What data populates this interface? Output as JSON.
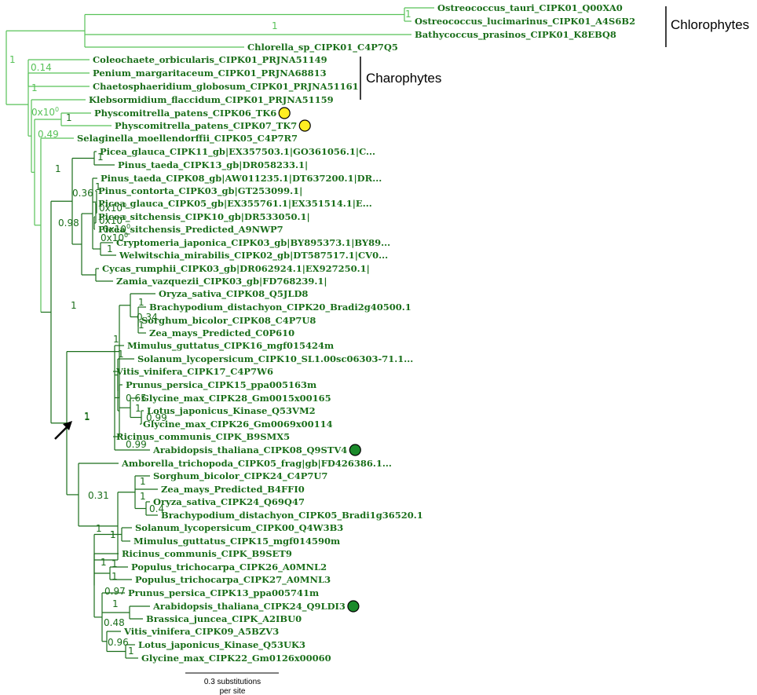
{
  "colors": {
    "taxon": "#1a6e1a",
    "branch_dark": "#1a6e1a",
    "branch_light": "#58c258",
    "moss_marker": "#ffee22",
    "arabidopsis_marker": "#1b8a2b"
  },
  "taxa": [
    "Ostreococcus_tauri_CIPK01_Q00XA0",
    "Ostreococcus_lucimarinus_CIPK01_A4S6B2",
    "Bathycoccus_prasinos_CIPK01_K8EBQ8",
    "Chlorella_sp_CIPK01_C4P7Q5",
    "Coleochaete_orbicularis_CIPK01_PRJNA51149",
    "Penium_margaritaceum_CIPK01_PRJNA68813",
    "Chaetosphaeridium_globosum_CIPK01_PRJNA51161",
    "Klebsormidium_flaccidum_CIPK01_PRJNA51159",
    "Physcomitrella_patens_CIPK06_TK6",
    "Physcomitrella_patens_CIPK07_TK7",
    "Selaginella_moellendorffii_CIPK05_C4P7R7",
    "Picea_glauca_CIPK11_gb|EX357503.1|GO361056.1|C...",
    "Pinus_taeda_CIPK13_gb|DR058233.1|",
    "Pinus_taeda_CIPK08_gb|AW011235.1|DT637200.1|DR...",
    "Pinus_contorta_CIPK03_gb|GT253099.1|",
    "Picea_glauca_CIPK05_gb|EX355761.1|EX351514.1|E...",
    "Picea_sitchensis_CIPK10_gb|DR533050.1|",
    "Picea_sitchensis_Predicted_A9NWP7",
    "Cryptomeria_japonica_CIPK03_gb|BY895373.1|BY89...",
    "Welwitschia_mirabilis_CIPK02_gb|DT587517.1|CV0...",
    "Cycas_rumphii_CIPK03_gb|DR062924.1|EX927250.1|",
    "Zamia_vazquezii_CIPK03_gb|FD768239.1|",
    "Oryza_sativa_CIPK08_Q5JLD8",
    "Brachypodium_distachyon_CIPK20_Bradi2g40500.1",
    "Sorghum_bicolor_CIPK08_C4P7U8",
    "Zea_mays_Predicted_C0P610",
    "Mimulus_guttatus_CIPK16_mgf015424m",
    "Solanum_lycopersicum_CIPK10_SL1.00sc06303-71.1...",
    "Vitis_vinifera_CIPK17_C4P7W6",
    "Prunus_persica_CIPK15_ppa005163m",
    "Glycine_max_CIPK28_Gm0015x00165",
    "Lotus_japonicus_Kinase_Q53VM2",
    "Glycine_max_CIPK26_Gm0069x00114",
    "Ricinus_communis_CIPK_B9SMX5",
    "Arabidopsis_thaliana_CIPK08_Q9STV4",
    "Amborella_trichopoda_CIPK05_frag|gb|FD426386.1...",
    "Sorghum_bicolor_CIPK24_C4P7U7",
    "Zea_mays_Predicted_B4FFI0",
    "Oryza_sativa_CIPK24_Q69Q47",
    "Brachypodium_distachyon_CIPK05_Bradi1g36520.1",
    "Solanum_lycopersicum_CIPK00_Q4W3B3",
    "Mimulus_guttatus_CIPK15_mgf014590m",
    "Ricinus_communis_CIPK_B9SET9",
    "Populus_trichocarpa_CIPK26_A0MNL2",
    "Populus_trichocarpa_CIPK27_A0MNL3",
    "Prunus_persica_CIPK13_ppa005741m",
    "Arabidopsis_thaliana_CIPK24_Q9LDI3",
    "Brassica_juncea_CIPK_A2IBU0",
    "Vitis_vinifera_CIPK09_A5BZV3",
    "Lotus_japonicus_Kinase_Q53UK3",
    "Glycine_max_CIPK22_Gm0126x00060"
  ],
  "support_values": {
    "root": "1",
    "chlorophytes": "1",
    "ostreococcus": "1",
    "charophytes": "0.14",
    "land": "1",
    "moss_a": "0x10",
    "moss_a_exp": "0",
    "moss_b": "1",
    "selaginella": "0.49",
    "seed": "1",
    "gymno": "0.98",
    "conifer": "0.36",
    "picea_a": "1",
    "picea_b": "1",
    "picea_c": "0x10",
    "picea_c_exp": "0",
    "picea_d": "0x10",
    "picea_d_exp": "0",
    "picea_e": "0x10",
    "picea_e_exp": "0",
    "crypto": "0x10",
    "crypto_exp": "0",
    "welw": "1",
    "angio": "1",
    "cipk_a": "1",
    "grass_a": "1",
    "grass_b": "0.34",
    "grass_c": "1",
    "eudicot_a": "1",
    "solanum": "1",
    "glycine_a": "0.65",
    "glycine_b": "1",
    "lotus": "0.99",
    "ricinus": "0.99",
    "cipk_b": "1",
    "cipk_b2": "0.31",
    "grass_d": "1",
    "grass_e": "1",
    "grass_f": "0.4",
    "eudicot_b": "1",
    "mimulus": "1",
    "populus_a": "1",
    "populus_b": "1",
    "prunus": "0.97",
    "brassica": "1",
    "vitis": "0.48",
    "lotus_b": "0.96",
    "glycine_c": "1"
  },
  "groups": {
    "chlorophytes": "Chlorophytes",
    "charophytes": "Charophytes"
  },
  "scale_bar": {
    "line1": "0.3 substitutions",
    "line2": "per site"
  }
}
